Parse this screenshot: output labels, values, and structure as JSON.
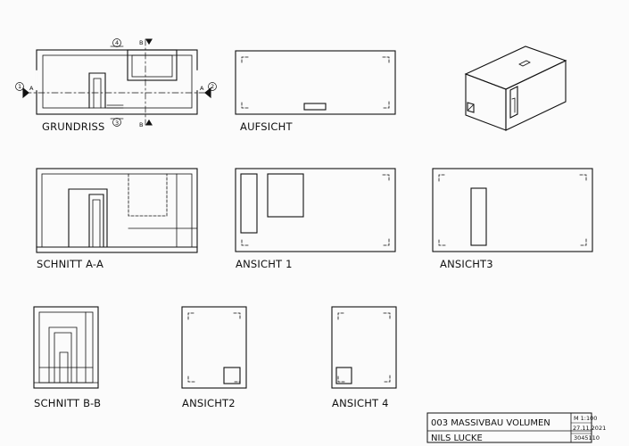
{
  "labels": {
    "grundriss": "GRUNDRISS",
    "aufsicht": "AUFSICHT",
    "schnitt_aa": "SCHNITT A-A",
    "ansicht1": "ANSICHT 1",
    "ansicht3": "ANSICHT3",
    "schnitt_bb": "SCHNITT B-B",
    "ansicht2": "ANSICHT2",
    "ansicht4": "ANSICHT 4"
  },
  "section_markers": {
    "a": "A",
    "b": "B",
    "n1": "1",
    "n2": "2",
    "n3": "3",
    "n4": "4"
  },
  "title_block": {
    "project": "003  MASSIVBAU  VOLUMEN",
    "name": "NILS   LUCKE",
    "scale": "M 1:100",
    "date": "27.11.2021",
    "id": "3045110"
  }
}
